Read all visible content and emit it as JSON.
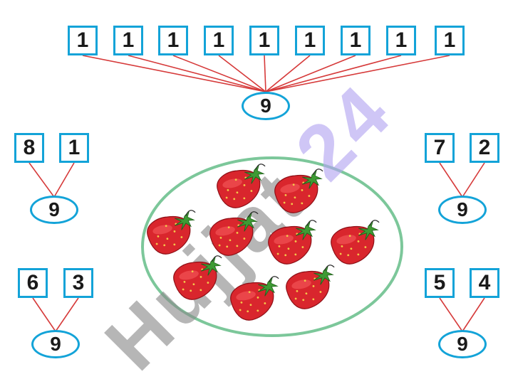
{
  "top": {
    "parts": [
      "1",
      "1",
      "1",
      "1",
      "1",
      "1",
      "1",
      "1",
      "1"
    ],
    "total": "9"
  },
  "groups": [
    {
      "parts": [
        "8",
        "1"
      ],
      "total": "9"
    },
    {
      "parts": [
        "7",
        "2"
      ],
      "total": "9"
    },
    {
      "parts": [
        "6",
        "3"
      ],
      "total": "9"
    },
    {
      "parts": [
        "5",
        "4"
      ],
      "total": "9"
    }
  ],
  "colors": {
    "box_border": "#13a3d8",
    "line": "#d63a3a",
    "plate": "#7cc79a",
    "strawberry": "#d9262d",
    "leaf": "#3e9b34"
  },
  "watermark": "Hujjat 24",
  "strawberry_count": 9
}
